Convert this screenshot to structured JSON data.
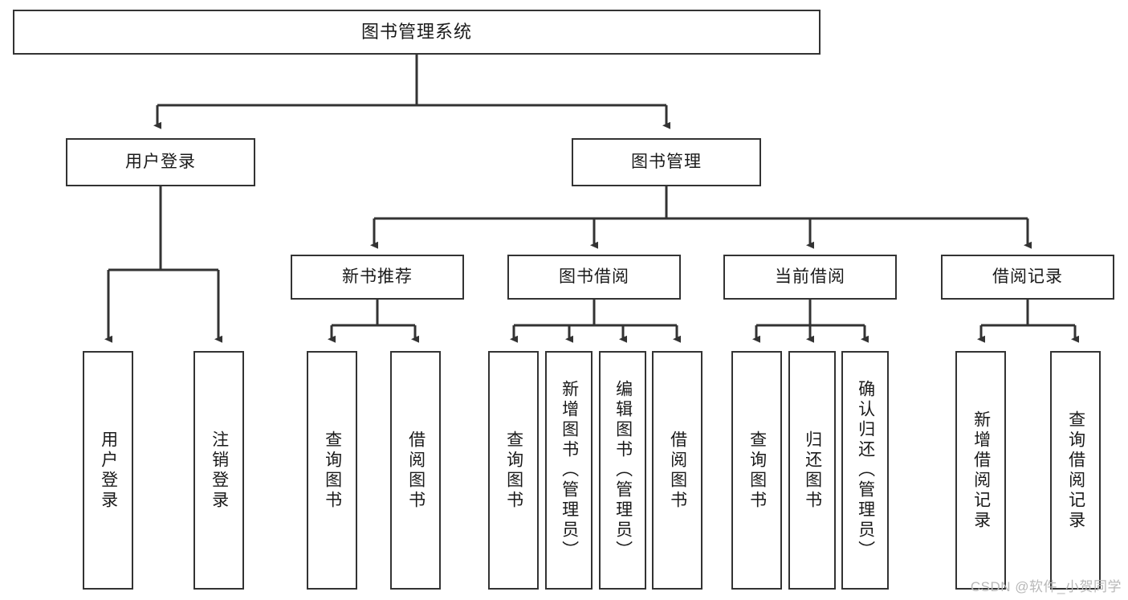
{
  "diagram": {
    "title": "图书管理系统",
    "type": "tree",
    "watermark": "CSDN @软件_小贺同学",
    "colors": {
      "stroke": "#333333",
      "fill": "#ffffff",
      "text": "#1a1a1a",
      "watermark": "#b8b8b8"
    },
    "levels": {
      "root": {
        "label": "图书管理系统"
      },
      "level2": [
        {
          "label": "用户登录"
        },
        {
          "label": "图书管理"
        }
      ],
      "level3": [
        {
          "label": "新书推荐"
        },
        {
          "label": "图书借阅"
        },
        {
          "label": "当前借阅"
        },
        {
          "label": "借阅记录"
        }
      ],
      "leaves": {
        "user_login": [
          {
            "label": "用户登录"
          },
          {
            "label": "注销登录"
          }
        ],
        "new_book": [
          {
            "label": "查询图书"
          },
          {
            "label": "借阅图书"
          }
        ],
        "book_borrow": [
          {
            "label": "查询图书"
          },
          {
            "label": "新增图书（管理员）"
          },
          {
            "label": "编辑图书（管理员）"
          },
          {
            "label": "借阅图书"
          }
        ],
        "current_borrow": [
          {
            "label": "查询图书"
          },
          {
            "label": "归还图书"
          },
          {
            "label": "确认归还（管理员）"
          }
        ],
        "borrow_record": [
          {
            "label": "新增借阅记录"
          },
          {
            "label": "查询借阅记录"
          }
        ]
      }
    }
  }
}
